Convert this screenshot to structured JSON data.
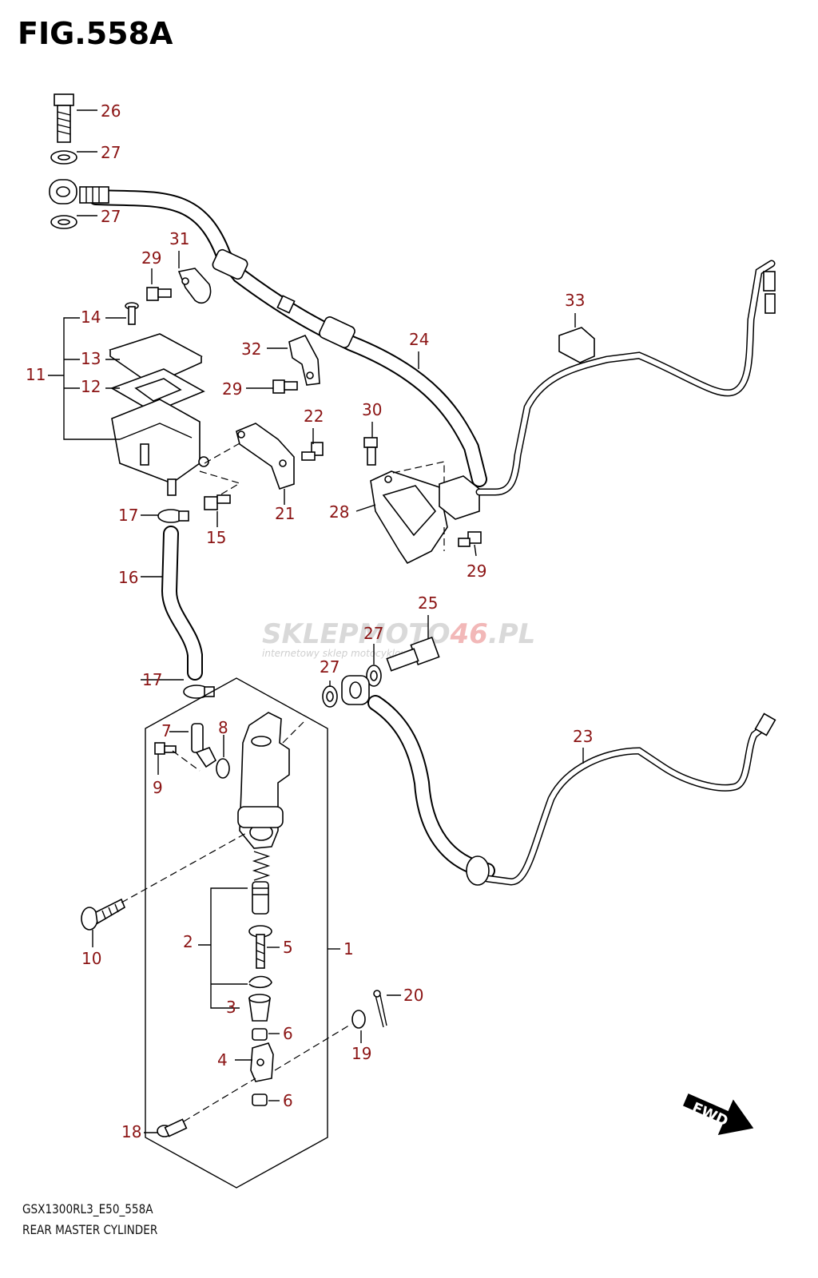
{
  "figure": {
    "title": "FIG.558A",
    "code": "GSX1300RL3_E50_558A",
    "description": "REAR MASTER CYLINDER"
  },
  "watermark": {
    "brand_prefix": "SKLEP",
    "brand_mid": "MOTO",
    "brand_num": "46",
    "brand_suffix": ".PL",
    "tagline": "internetowy sklep motocyklowy"
  },
  "direction_badge": "FWD",
  "callouts": [
    {
      "id": "c1",
      "label": "1"
    },
    {
      "id": "c2",
      "label": "2"
    },
    {
      "id": "c3",
      "label": "3"
    },
    {
      "id": "c4",
      "label": "4"
    },
    {
      "id": "c5",
      "label": "5"
    },
    {
      "id": "c6a",
      "label": "6"
    },
    {
      "id": "c6b",
      "label": "6"
    },
    {
      "id": "c7",
      "label": "7"
    },
    {
      "id": "c8",
      "label": "8"
    },
    {
      "id": "c9",
      "label": "9"
    },
    {
      "id": "c10",
      "label": "10"
    },
    {
      "id": "c11",
      "label": "11"
    },
    {
      "id": "c12",
      "label": "12"
    },
    {
      "id": "c13",
      "label": "13"
    },
    {
      "id": "c14",
      "label": "14"
    },
    {
      "id": "c15",
      "label": "15"
    },
    {
      "id": "c16",
      "label": "16"
    },
    {
      "id": "c17a",
      "label": "17"
    },
    {
      "id": "c17b",
      "label": "17"
    },
    {
      "id": "c18",
      "label": "18"
    },
    {
      "id": "c19",
      "label": "19"
    },
    {
      "id": "c20",
      "label": "20"
    },
    {
      "id": "c21",
      "label": "21"
    },
    {
      "id": "c22",
      "label": "22"
    },
    {
      "id": "c23",
      "label": "23"
    },
    {
      "id": "c24",
      "label": "24"
    },
    {
      "id": "c25",
      "label": "25"
    },
    {
      "id": "c26",
      "label": "26"
    },
    {
      "id": "c27a",
      "label": "27"
    },
    {
      "id": "c27b",
      "label": "27"
    },
    {
      "id": "c27c",
      "label": "27"
    },
    {
      "id": "c27d",
      "label": "27"
    },
    {
      "id": "c28",
      "label": "28"
    },
    {
      "id": "c29a",
      "label": "29"
    },
    {
      "id": "c29b",
      "label": "29"
    },
    {
      "id": "c29c",
      "label": "29"
    },
    {
      "id": "c30",
      "label": "30"
    },
    {
      "id": "c31",
      "label": "31"
    },
    {
      "id": "c32",
      "label": "32"
    },
    {
      "id": "c33",
      "label": "33"
    }
  ]
}
